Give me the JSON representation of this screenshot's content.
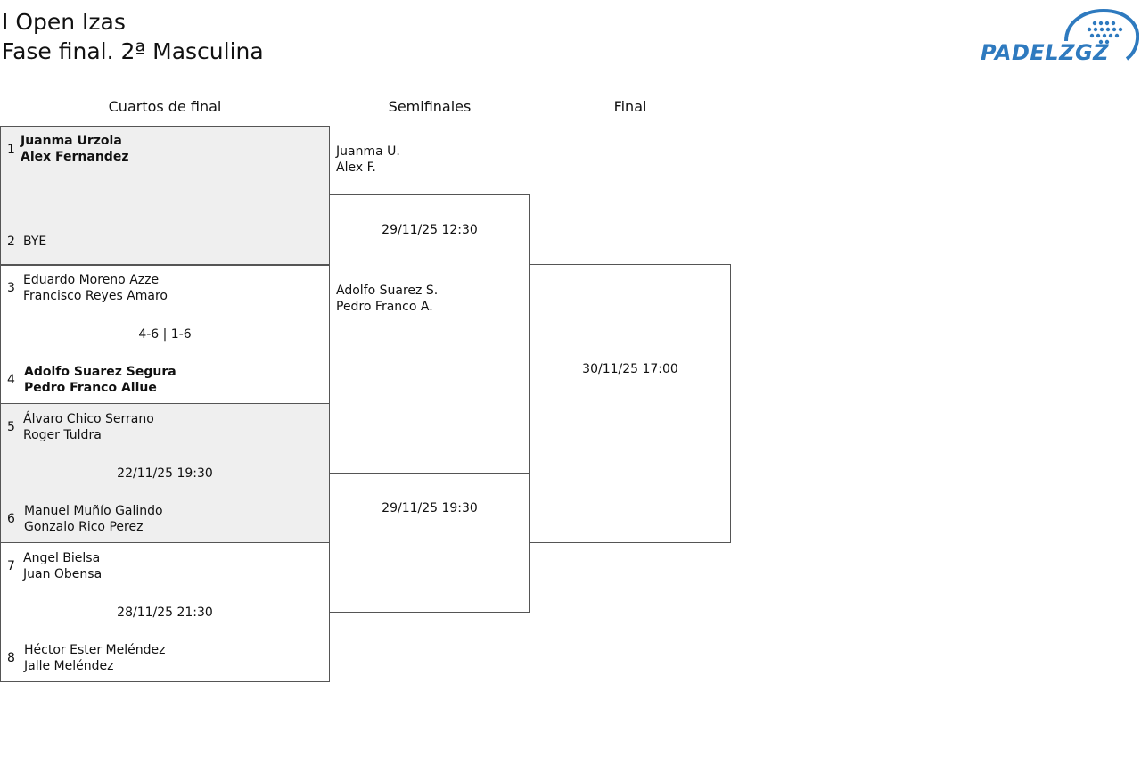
{
  "header": {
    "title": "I Open Izas",
    "subtitle": "Fase final. 2ª Masculina",
    "logo_text": "PADELZGZ"
  },
  "colors": {
    "logo_blue": "#2e7abf",
    "shade": "#efefef",
    "border": "#555555"
  },
  "rounds": {
    "quarterfinals": "Cuartos de final",
    "semifinals": "Semifinales",
    "final": "Final"
  },
  "quarterfinals": [
    {
      "top_seed": "1",
      "top_p1": "Juanma Urzola",
      "top_p2": "Alex Fernandez",
      "info": "",
      "bottom_seed": "2",
      "bottom_p1": "BYE",
      "bottom_p2": ""
    },
    {
      "top_seed": "3",
      "top_p1": "Eduardo Moreno Azze",
      "top_p2": "Francisco Reyes Amaro",
      "info": "4-6 | 1-6",
      "bottom_seed": "4",
      "bottom_p1": "Adolfo Suarez Segura",
      "bottom_p2": "Pedro Franco Allue"
    },
    {
      "top_seed": "5",
      "top_p1": "Álvaro Chico Serrano",
      "top_p2": "Roger Tuldra",
      "info": "22/11/25 19:30",
      "bottom_seed": "6",
      "bottom_p1": "Manuel Muñío Galindo",
      "bottom_p2": "Gonzalo Rico Perez"
    },
    {
      "top_seed": "7",
      "top_p1": "Angel Bielsa",
      "top_p2": "Juan Obensa",
      "info": "28/11/25 21:30",
      "bottom_seed": "8",
      "bottom_p1": "Héctor Ester Meléndez",
      "bottom_p2": "Jalle Meléndez"
    }
  ],
  "semifinals": [
    {
      "top_p1": "Juanma U.",
      "top_p2": "Alex F.",
      "info": "29/11/25 12:30",
      "bottom_p1": "Adolfo Suarez S.",
      "bottom_p2": "Pedro Franco A."
    },
    {
      "top_p1": "",
      "top_p2": "",
      "info": "29/11/25 19:30",
      "bottom_p1": "",
      "bottom_p2": ""
    }
  ],
  "final": {
    "info": "30/11/25 17:00"
  }
}
